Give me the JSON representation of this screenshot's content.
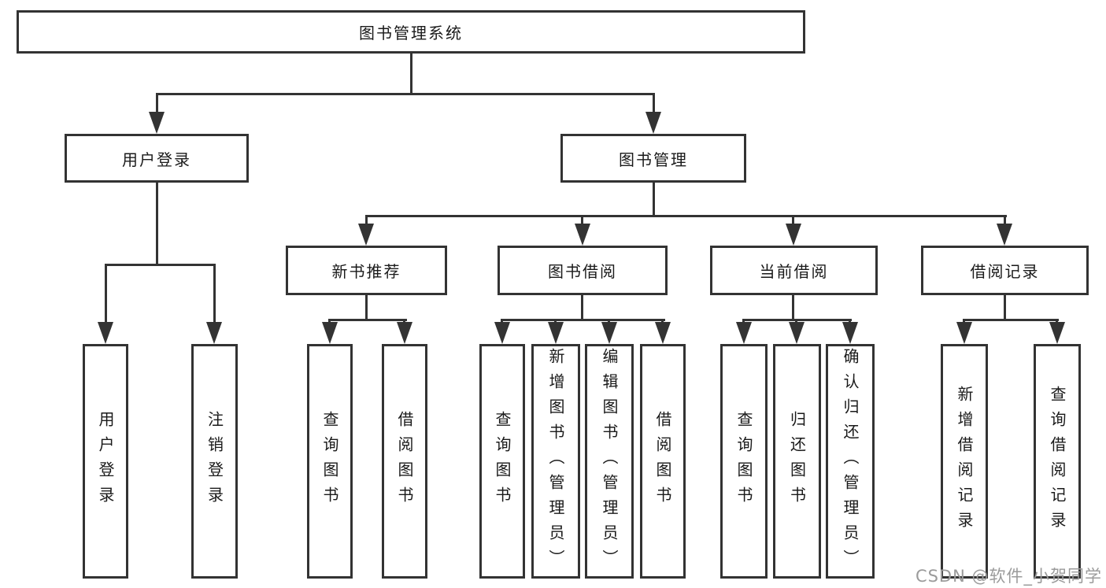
{
  "tree": {
    "label": "图书管理系统",
    "children": [
      {
        "label": "用户登录",
        "children": [
          {
            "label": "用户登录"
          },
          {
            "label": "注销登录"
          }
        ]
      },
      {
        "label": "图书管理",
        "children": [
          {
            "label": "新书推荐",
            "children": [
              {
                "label": "查询图书"
              },
              {
                "label": "借阅图书"
              }
            ]
          },
          {
            "label": "图书借阅",
            "children": [
              {
                "label": "查询图书"
              },
              {
                "label": "新增图书（管理员）"
              },
              {
                "label": "编辑图书（管理员）"
              },
              {
                "label": "借阅图书"
              }
            ]
          },
          {
            "label": "当前借阅",
            "children": [
              {
                "label": "查询图书"
              },
              {
                "label": "归还图书"
              },
              {
                "label": "确认归还（管理员）"
              }
            ]
          },
          {
            "label": "借阅记录",
            "children": [
              {
                "label": "新增借阅记录"
              },
              {
                "label": "查询借阅记录"
              }
            ]
          }
        ]
      }
    ]
  },
  "watermark": {
    "text": "CSDN @软件_小贺同学"
  },
  "colors": {
    "line": "#333333",
    "text": "#1a1a1a",
    "watermark": "#9b9b9b",
    "background": "#ffffff"
  }
}
